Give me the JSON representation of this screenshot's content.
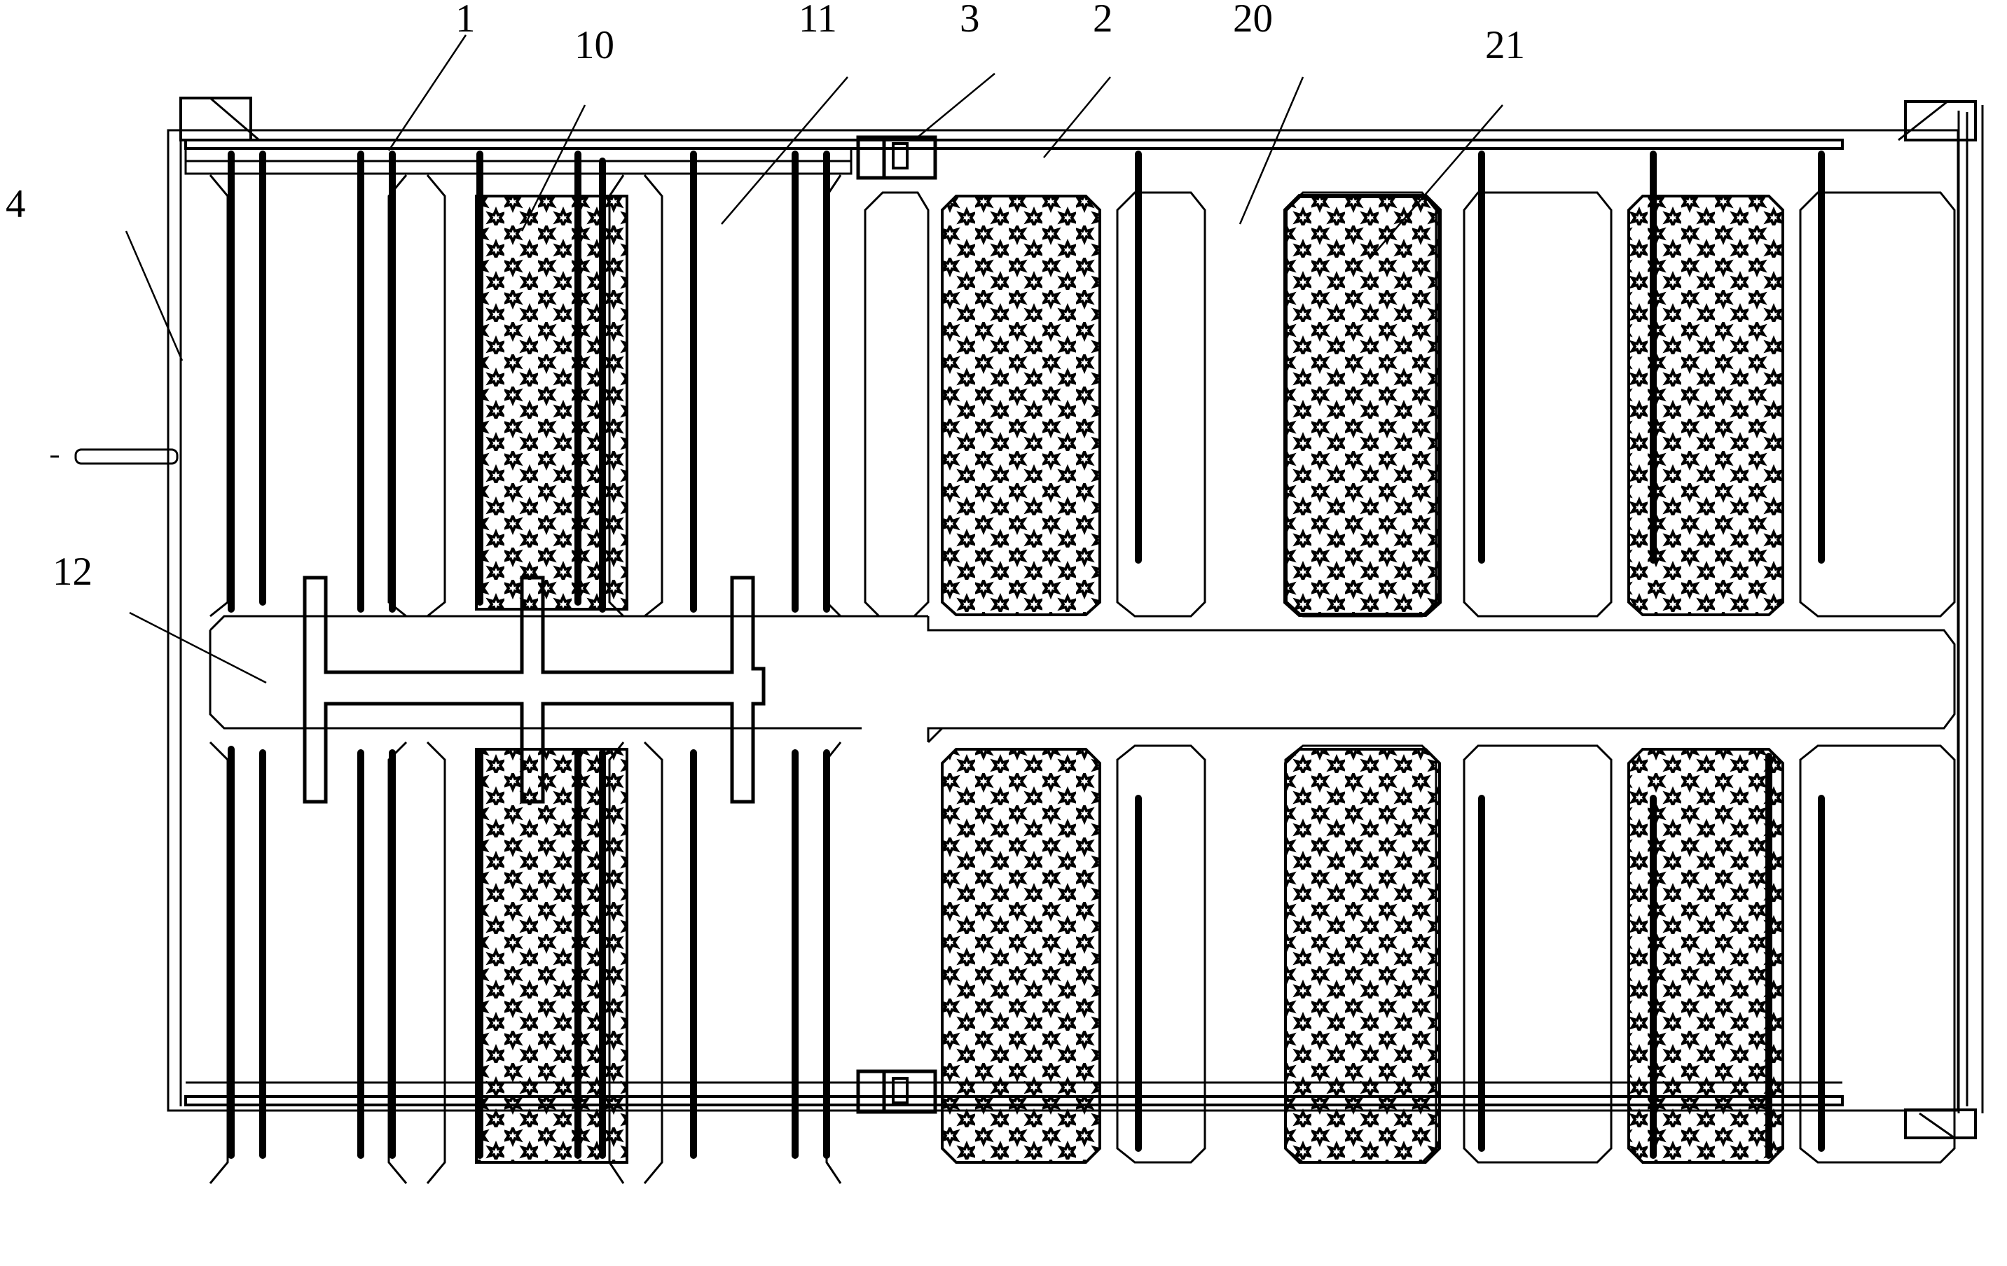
{
  "reference_labels": [
    {
      "id": "label-1",
      "text": "1"
    },
    {
      "id": "label-10",
      "text": "10"
    },
    {
      "id": "label-11",
      "text": "11"
    },
    {
      "id": "label-3",
      "text": "3"
    },
    {
      "id": "label-2",
      "text": "2"
    },
    {
      "id": "label-20",
      "text": "20"
    },
    {
      "id": "label-21",
      "text": "21"
    },
    {
      "id": "label-4",
      "text": "4"
    },
    {
      "id": "label-12",
      "text": "12"
    }
  ],
  "colors": {
    "line": "#000000",
    "background": "#ffffff"
  },
  "icons": {
    "filter_media": "star-hole-pattern"
  }
}
